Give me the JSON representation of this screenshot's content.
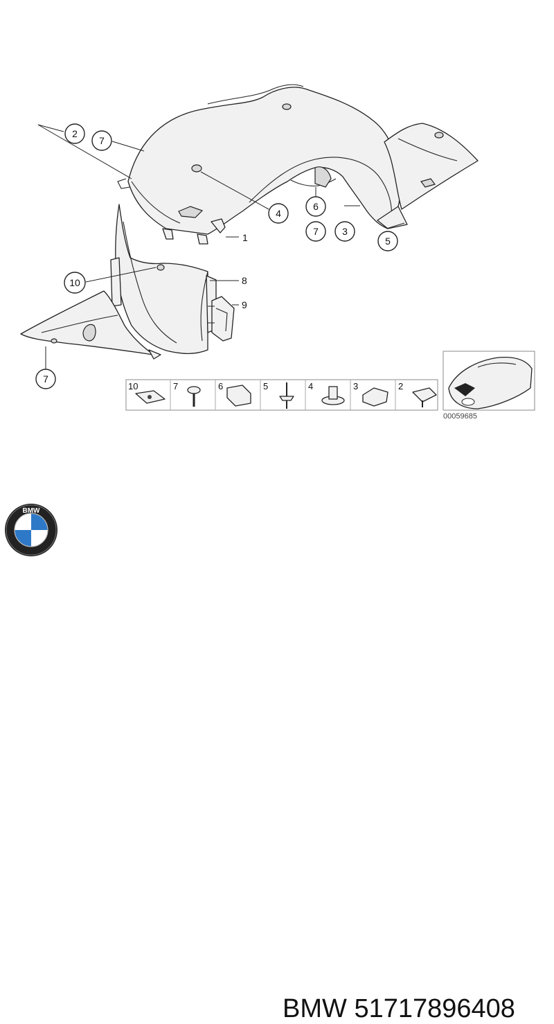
{
  "diagram": {
    "callouts": [
      {
        "id": "c-2a",
        "label": "2"
      },
      {
        "id": "c-7a",
        "label": "7"
      },
      {
        "id": "c-4",
        "label": "4"
      },
      {
        "id": "c-6",
        "label": "6"
      },
      {
        "id": "c-7b",
        "label": "7"
      },
      {
        "id": "c-3",
        "label": "3"
      },
      {
        "id": "c-5",
        "label": "5"
      },
      {
        "id": "c-10",
        "label": "10"
      },
      {
        "id": "c-7c",
        "label": "7"
      }
    ],
    "plain_labels": [
      {
        "id": "l-1",
        "label": "1"
      },
      {
        "id": "l-8",
        "label": "8"
      },
      {
        "id": "l-9",
        "label": "9"
      }
    ],
    "parts_strip": [
      "10",
      "7",
      "6",
      "5",
      "4",
      "3",
      "2"
    ],
    "reference_number": "00059685"
  },
  "footer": {
    "brand": "BMW",
    "part_number": "51717896408",
    "logo_letters": "BMW"
  }
}
